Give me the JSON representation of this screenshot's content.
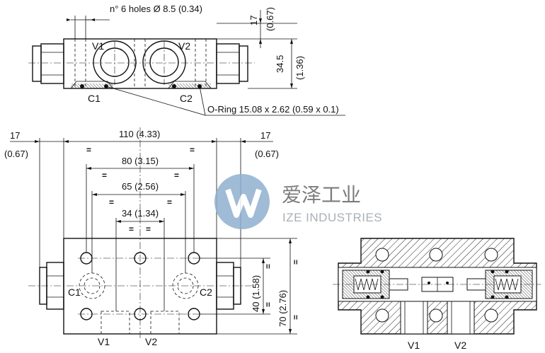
{
  "top_view": {
    "holes_note": "n° 6 holes Ø 8.5 (0.34)",
    "dim_17_mm": "17",
    "dim_17_in": "(0.67)",
    "dim_34_5_mm": "34.5",
    "dim_34_5_in": "(1.36)",
    "port_v1": "V1",
    "port_v2": "V2",
    "port_c1": "C1",
    "port_c2": "C2",
    "oring_note": "O-Ring 15.08 x 2.62 (0.59 x 0.1)"
  },
  "front_view": {
    "dim_left_mm": "17",
    "dim_left_in": "(0.67)",
    "dim_right_mm": "17",
    "dim_right_in": "(0.67)",
    "dim_110": "110 (4.33)",
    "dim_80": "80 (3.15)",
    "dim_65": "65 (2.56)",
    "dim_34": "34 (1.34)",
    "dim_40": "40 (1.58)",
    "dim_70": "70 (2.76)",
    "equal_mark": "=",
    "port_c1": "C1",
    "port_c2": "C2",
    "port_v1": "V1",
    "port_v2": "V2"
  },
  "section_view": {
    "port_v1": "V1",
    "port_v2": "V2"
  },
  "watermark": {
    "brand_cn": "爱泽工业",
    "brand_en": "IZE INDUSTRIES",
    "logo_color": "#8fb0cf"
  }
}
